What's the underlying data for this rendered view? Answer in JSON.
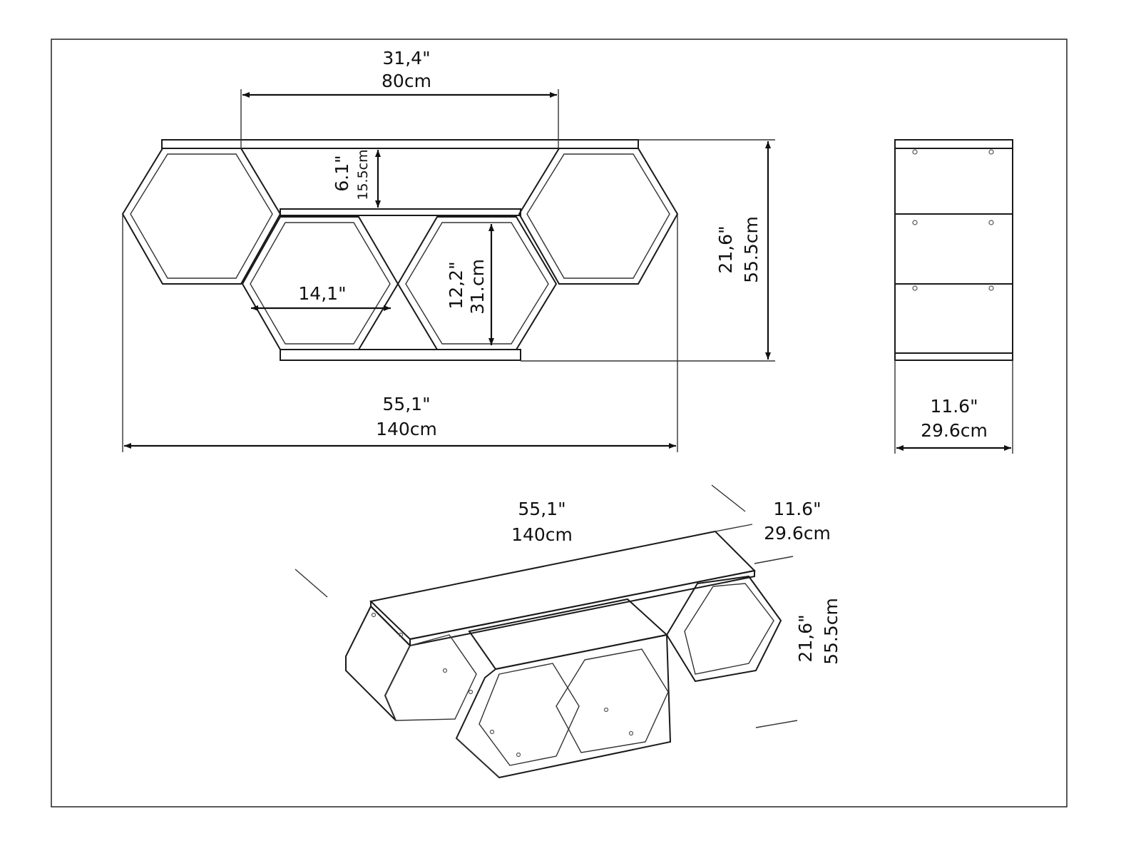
{
  "front_view": {
    "top_width": {
      "inch": "31,4\"",
      "cm": "80cm"
    },
    "shelf_gap": {
      "inch": "6.1\"",
      "cm": "15.5cm"
    },
    "hex_width": {
      "inch": "14,1\""
    },
    "hex_height": {
      "inch": "12,2\"",
      "cm": "31.cm"
    },
    "total_height": {
      "inch": "21,6\"",
      "cm": "55.5cm"
    },
    "total_width": {
      "inch": "55,1\"",
      "cm": "140cm"
    }
  },
  "side_view": {
    "depth": {
      "inch": "11.6\"",
      "cm": "29.6cm"
    }
  },
  "iso_view": {
    "width": {
      "inch": "55,1\"",
      "cm": "140cm"
    },
    "depth": {
      "inch": "11.6\"",
      "cm": "29.6cm"
    },
    "height": {
      "inch": "21,6\"",
      "cm": "55.5cm"
    }
  }
}
